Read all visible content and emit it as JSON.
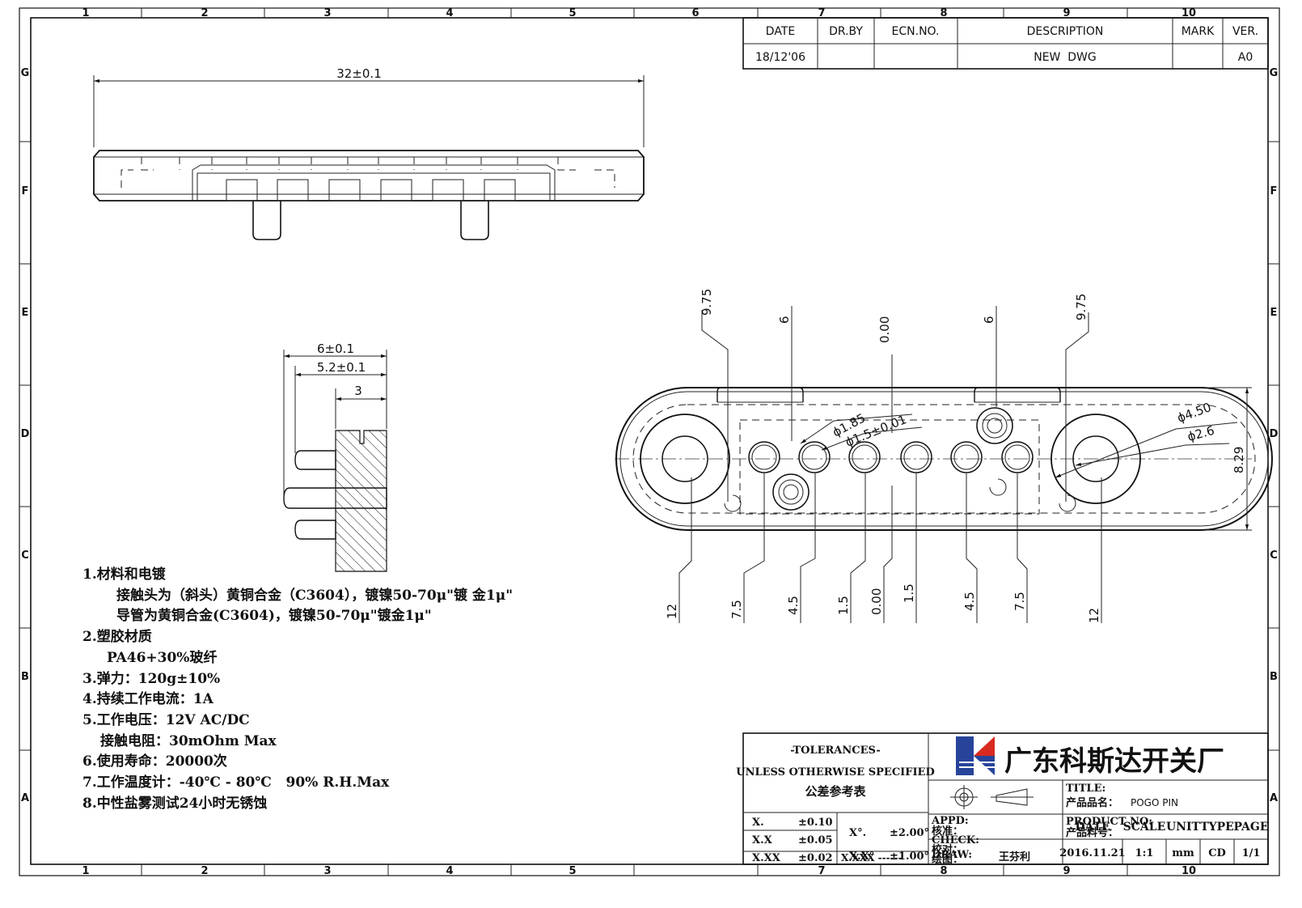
{
  "border": {
    "columns": [
      "1",
      "2",
      "3",
      "4",
      "5",
      "6",
      "7",
      "8",
      "9",
      "10"
    ],
    "rows": [
      "G",
      "F",
      "E",
      "D",
      "C",
      "B",
      "A"
    ]
  },
  "revision_block": {
    "headers": [
      "DATE",
      "DR.BY",
      "ECN.NO.",
      "DESCRIPTION",
      "MARK",
      "VER."
    ],
    "row": [
      "18/12'06",
      "",
      "",
      "NEW  DWG",
      "",
      "A0"
    ]
  },
  "side_view": {
    "overall_dim": "32±0.1"
  },
  "section_view": {
    "dims": [
      "6±0.1",
      "5.2±0.1",
      "3"
    ]
  },
  "top_view": {
    "top_dims": [
      "9.75",
      "6",
      "0.00",
      "6",
      "9.75"
    ],
    "bottom_dims": [
      "12",
      "7.5",
      "4.5",
      "1.5",
      "0.00",
      "1.5",
      "4.5",
      "7.5",
      "12"
    ],
    "pin_dims": [
      "ϕ1.85",
      "ϕ1.5±0.01"
    ],
    "hole_dims": [
      "ϕ4.50",
      "ϕ2.6"
    ],
    "height_dim": "8.29"
  },
  "notes": [
    "1.材料和电镀",
    "接触头为（斜头）黄铜合金（C3604），镀镍50-70μ\"镀 金1μ\"",
    "导管为黄铜合金(C3604)，镀镍50-70μ\"镀金1μ\"",
    "2.塑胶材质",
    "PA46+30%玻纤",
    "3.弹力：120g±10%",
    "4.持续工作电流：1A",
    "5.工作电压：12V AC/DC",
    "接触电阻：30mOhm Max",
    "6.使用寿命：20000次",
    "7.工作温度计：-40℃ - 80℃   90% R.H.Max",
    "8.中性盐雾测试24小时无锈蚀"
  ],
  "title_block": {
    "tolerances_title": "-TOLERANCES-",
    "tolerances_sub": "UNLESS OTHERWISE SPECIFIED",
    "tolerances_cn": "公差参考表",
    "tol_rows": [
      {
        "k": "X.",
        "v": "±0.10"
      },
      {
        "k": "X.X",
        "v": "±0.05"
      },
      {
        "k": "X.XX",
        "v": "±0.02"
      },
      {
        "k": "X.XXX",
        "v": "------"
      }
    ],
    "angle_rows": [
      {
        "k": "X°.",
        "v": "±2.00°"
      },
      {
        "k": "X.X°",
        "v": "±1.00°"
      }
    ],
    "company": "广东科斯达开关厂",
    "appd": "APPD:",
    "appd_cn": "核准：",
    "check": "CHECK:",
    "check_cn": "校对：",
    "draw": "DRAW:",
    "draw_cn": "绘图：",
    "drawer": "王芬利",
    "title_label": "TITLE:",
    "product_name_label": "产品品名：",
    "product_name": "POGO PIN",
    "product_no_label": "PRODUCT NO:",
    "product_no_cn": "产品料号：",
    "info_headers": [
      "DATE",
      "SCALE",
      "UNIT",
      "TYPE",
      "PAGE"
    ],
    "info_values": [
      "2016.11.21",
      "1:1",
      "mm",
      "CD",
      "1/1"
    ]
  },
  "colors": {
    "line": "#111111",
    "logo_red": "#d82a20",
    "logo_blue": "#27449a"
  }
}
